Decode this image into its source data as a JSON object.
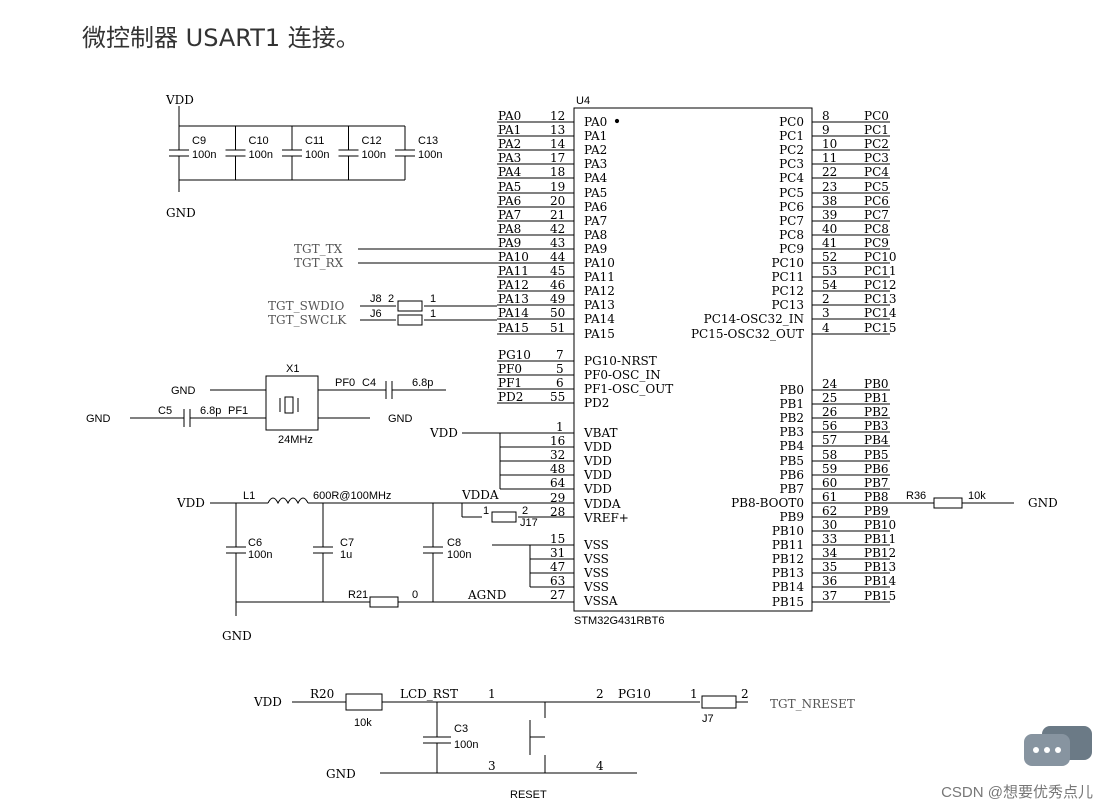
{
  "caption": "微控制器 USART1 连接。",
  "watermark": "CSDN @想要优秀点儿",
  "mcu": {
    "ref": "U4",
    "part": "STM32G431RBT6",
    "left_pins": [
      {
        "net": "PA0",
        "num": "12",
        "name": "PA0"
      },
      {
        "net": "PA1",
        "num": "13",
        "name": "PA1"
      },
      {
        "net": "PA2",
        "num": "14",
        "name": "PA2"
      },
      {
        "net": "PA3",
        "num": "17",
        "name": "PA3"
      },
      {
        "net": "PA4",
        "num": "18",
        "name": "PA4"
      },
      {
        "net": "PA5",
        "num": "19",
        "name": "PA5"
      },
      {
        "net": "PA6",
        "num": "20",
        "name": "PA6"
      },
      {
        "net": "PA7",
        "num": "21",
        "name": "PA7"
      },
      {
        "net": "PA8",
        "num": "42",
        "name": "PA8"
      },
      {
        "net": "PA9",
        "num": "43",
        "name": "PA9"
      },
      {
        "net": "PA10",
        "num": "44",
        "name": "PA10"
      },
      {
        "net": "PA11",
        "num": "45",
        "name": "PA11"
      },
      {
        "net": "PA12",
        "num": "46",
        "name": "PA12"
      },
      {
        "net": "PA13",
        "num": "49",
        "name": "PA13"
      },
      {
        "net": "PA14",
        "num": "50",
        "name": "PA14"
      },
      {
        "net": "PA15",
        "num": "51",
        "name": "PA15"
      },
      {
        "net": "PG10",
        "num": "7",
        "name": "PG10-NRST"
      },
      {
        "net": "PF0",
        "num": "5",
        "name": "PF0-OSC_IN"
      },
      {
        "net": "PF1",
        "num": "6",
        "name": "PF1-OSC_OUT"
      },
      {
        "net": "PD2",
        "num": "55",
        "name": "PD2"
      },
      {
        "net": "",
        "num": "1",
        "name": "VBAT"
      },
      {
        "net": "",
        "num": "16",
        "name": "VDD"
      },
      {
        "net": "",
        "num": "32",
        "name": "VDD"
      },
      {
        "net": "",
        "num": "48",
        "name": "VDD"
      },
      {
        "net": "",
        "num": "64",
        "name": "VDD"
      },
      {
        "net": "",
        "num": "29",
        "name": "VDDA"
      },
      {
        "net": "",
        "num": "28",
        "name": "VREF+"
      },
      {
        "net": "",
        "num": "15",
        "name": "VSS"
      },
      {
        "net": "",
        "num": "31",
        "name": "VSS"
      },
      {
        "net": "",
        "num": "47",
        "name": "VSS"
      },
      {
        "net": "",
        "num": "63",
        "name": "VSS"
      },
      {
        "net": "",
        "num": "27",
        "name": "VSSA"
      }
    ],
    "right_pins": [
      {
        "net": "PC0",
        "num": "8",
        "name": "PC0"
      },
      {
        "net": "PC1",
        "num": "9",
        "name": "PC1"
      },
      {
        "net": "PC2",
        "num": "10",
        "name": "PC2"
      },
      {
        "net": "PC3",
        "num": "11",
        "name": "PC3"
      },
      {
        "net": "PC4",
        "num": "22",
        "name": "PC4"
      },
      {
        "net": "PC5",
        "num": "23",
        "name": "PC5"
      },
      {
        "net": "PC6",
        "num": "38",
        "name": "PC6"
      },
      {
        "net": "PC7",
        "num": "39",
        "name": "PC7"
      },
      {
        "net": "PC8",
        "num": "40",
        "name": "PC8"
      },
      {
        "net": "PC9",
        "num": "41",
        "name": "PC9"
      },
      {
        "net": "PC10",
        "num": "52",
        "name": "PC10"
      },
      {
        "net": "PC11",
        "num": "53",
        "name": "PC11"
      },
      {
        "net": "PC12",
        "num": "54",
        "name": "PC12"
      },
      {
        "net": "PC13",
        "num": "2",
        "name": "PC13"
      },
      {
        "net": "PC14",
        "num": "3",
        "name": "PC14-OSC32_IN"
      },
      {
        "net": "PC15",
        "num": "4",
        "name": "PC15-OSC32_OUT"
      },
      {
        "net": "PB0",
        "num": "24",
        "name": "PB0"
      },
      {
        "net": "PB1",
        "num": "25",
        "name": "PB1"
      },
      {
        "net": "PB2",
        "num": "26",
        "name": "PB2"
      },
      {
        "net": "PB3",
        "num": "56",
        "name": "PB3"
      },
      {
        "net": "PB4",
        "num": "57",
        "name": "PB4"
      },
      {
        "net": "PB5",
        "num": "58",
        "name": "PB5"
      },
      {
        "net": "PB6",
        "num": "59",
        "name": "PB6"
      },
      {
        "net": "PB7",
        "num": "60",
        "name": "PB7"
      },
      {
        "net": "PB8",
        "num": "61",
        "name": "PB8-BOOT0"
      },
      {
        "net": "PB9",
        "num": "62",
        "name": "PB9"
      },
      {
        "net": "PB10",
        "num": "30",
        "name": "PB10"
      },
      {
        "net": "PB11",
        "num": "33",
        "name": "PB11"
      },
      {
        "net": "PB12",
        "num": "34",
        "name": "PB12"
      },
      {
        "net": "PB13",
        "num": "35",
        "name": "PB13"
      },
      {
        "net": "PB14",
        "num": "36",
        "name": "PB14"
      },
      {
        "net": "PB15",
        "num": "37",
        "name": "PB15"
      }
    ]
  },
  "decoupling": {
    "vdd": "VDD",
    "gnd": "GND",
    "caps": [
      {
        "ref": "C9",
        "value": "100n"
      },
      {
        "ref": "C10",
        "value": "100n"
      },
      {
        "ref": "C11",
        "value": "100n"
      },
      {
        "ref": "C12",
        "value": "100n"
      },
      {
        "ref": "C13",
        "value": "100n"
      }
    ]
  },
  "usart": {
    "tx": "TGT_TX",
    "rx": "TGT_RX"
  },
  "swd": {
    "swdio": "TGT_SWDIO",
    "swclk": "TGT_SWCLK",
    "j8": "J8",
    "j6": "J6",
    "pin1": "1",
    "pin2": "2"
  },
  "crystal": {
    "ref": "X1",
    "freq": "24MHz",
    "c4": "C4",
    "c4_value": "6.8p",
    "c5": "C5",
    "c5_value": "6.8p",
    "pf0": "PF0",
    "pf1": "PF1",
    "gnd": "GND"
  },
  "vbat_vdd": "VDD",
  "analog": {
    "vdd": "VDD",
    "l1": "L1",
    "l1_value": "600R@100MHz",
    "vdda": "VDDA",
    "agnd": "AGND",
    "c6": "C6",
    "c6_value": "100n",
    "c7": "C7",
    "c7_value": "1u",
    "c8": "C8",
    "c8_value": "100n",
    "r21": "R21",
    "r21_value": "0",
    "j17": "J17",
    "pin1": "1",
    "pin2": "2",
    "gnd": "GND"
  },
  "boot": {
    "r36": "R36",
    "r36_value": "10k",
    "gnd": "GND"
  },
  "reset": {
    "vdd": "VDD",
    "r20": "R20",
    "r20_value": "10k",
    "net": "LCD_RST",
    "pg10": "PG10",
    "c3": "C3",
    "c3_value": "100n",
    "gnd": "GND",
    "j7": "J7",
    "tgt_nreset": "TGT_NRESET",
    "sw_name": "RESET",
    "p1": "1",
    "p2": "2",
    "p3": "3",
    "p4": "4",
    "j7_p1": "1",
    "j7_p2": "2"
  }
}
